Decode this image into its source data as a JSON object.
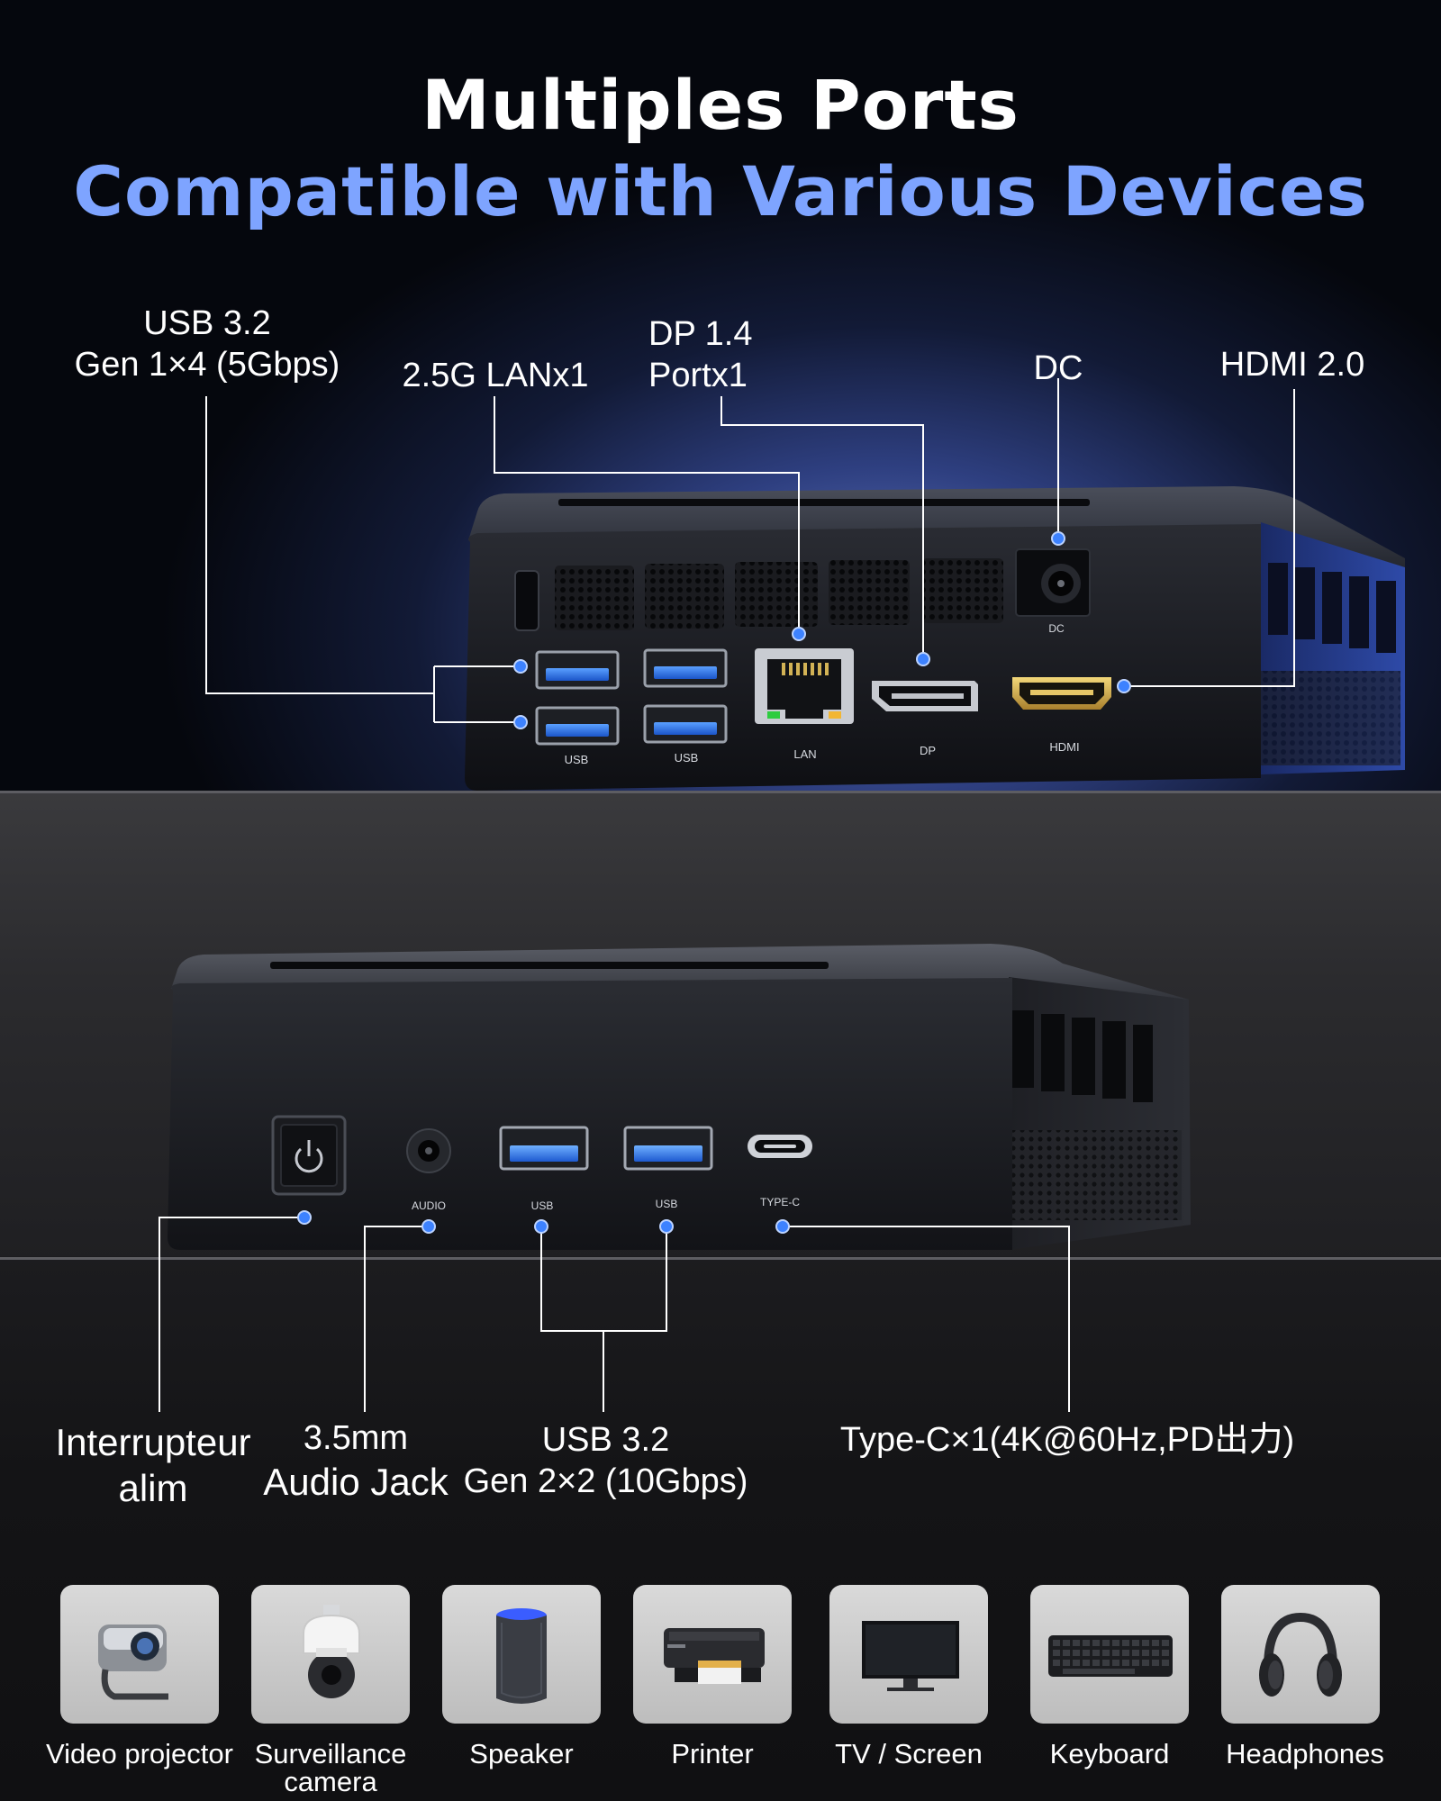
{
  "header": {
    "title": "Multiples Ports",
    "subtitle": "Compatible with Various Devices"
  },
  "colors": {
    "accent_blue": "#7ea4ff",
    "dot_blue": "#3d82ff",
    "label_white": "#ffffff"
  },
  "rear_ports": {
    "usb32_gen1": {
      "line1": "USB 3.2",
      "line2": "Gen 1×4 (5Gbps)"
    },
    "lan": "2.5G LANx1",
    "dp": {
      "line1": "DP 1.4",
      "line2": "Portx1"
    },
    "dc": "DC",
    "hdmi": "HDMI 2.0"
  },
  "rear_silkscreen": {
    "usb_a": "USB",
    "usb_b": "USB",
    "lan": "LAN",
    "dp": "DP",
    "hdmi": "HDMI",
    "dc": "DC"
  },
  "front_ports": {
    "power": {
      "line1": "Interrupteur",
      "line2": "alim"
    },
    "audio": {
      "line1": "3.5mm",
      "line2": "Audio Jack"
    },
    "usb32_gen2": {
      "line1": "USB 3.2",
      "line2": "Gen 2×2 (10Gbps)"
    },
    "typec": "Type-C×1(4K@60Hz,PD出力)"
  },
  "front_silkscreen": {
    "audio": "AUDIO",
    "usb_a": "USB",
    "usb_b": "USB",
    "typec": "TYPE-C"
  },
  "devices": [
    {
      "icon": "video-projector-icon",
      "label": "Video projector"
    },
    {
      "icon": "surveillance-camera-icon",
      "label": "Surveillance camera"
    },
    {
      "icon": "speaker-icon",
      "label": "Speaker"
    },
    {
      "icon": "printer-icon",
      "label": "Printer"
    },
    {
      "icon": "tv-screen-icon",
      "label": "TV / Screen"
    },
    {
      "icon": "keyboard-icon",
      "label": "Keyboard"
    },
    {
      "icon": "headphones-icon",
      "label": "Headphones"
    }
  ]
}
